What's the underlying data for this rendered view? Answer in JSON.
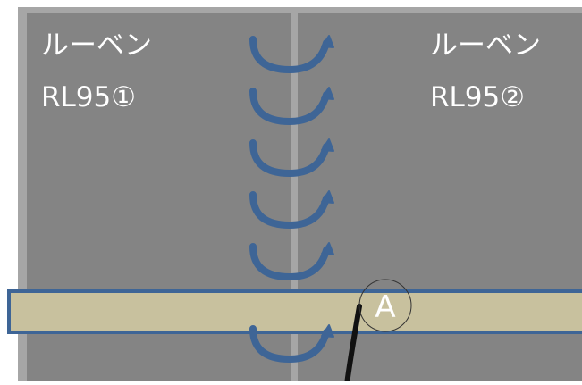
{
  "panels": [
    {
      "name": "ルーベン",
      "code": "RL95①",
      "fill": "#848484"
    },
    {
      "name": "ルーベン",
      "code": "RL95②",
      "fill": "#848484"
    }
  ],
  "frame_color": "#a6a6a6",
  "seam_color": "#a6a6a6",
  "rotation_arrows": {
    "count": 6,
    "color": "#3e6596",
    "icon": "curved-arrow-icon"
  },
  "strip": {
    "fill": "#c8c19e",
    "border": "#3e6596"
  },
  "marker": {
    "label": "A"
  },
  "cable": {
    "color": "#111111"
  }
}
